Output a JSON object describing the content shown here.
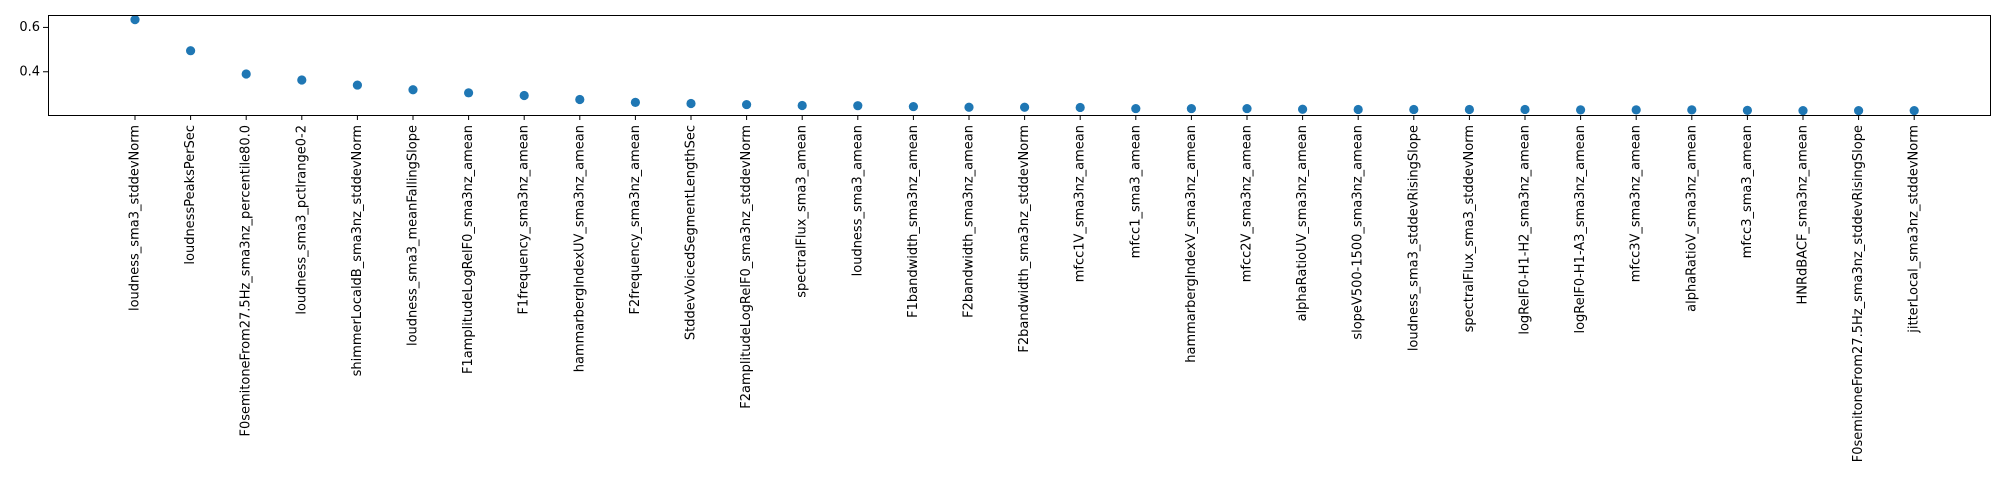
{
  "chart_data": {
    "type": "scatter",
    "title": "",
    "xlabel": "",
    "ylabel": "",
    "ylim": [
      0.205,
      0.656
    ],
    "yticks": [
      0.4,
      0.6
    ],
    "yticklabels": [
      "0.4",
      "0.6"
    ],
    "grid": false,
    "marker_color": "#1f77b4",
    "categories": [
      "loudness_sma3_stddevNorm",
      "loudnessPeaksPerSec",
      "F0semitoneFrom27.5Hz_sma3nz_percentile80.0",
      "loudness_sma3_pctlrange0-2",
      "shimmerLocaldB_sma3nz_stddevNorm",
      "loudness_sma3_meanFallingSlope",
      "F1amplitudeLogRelF0_sma3nz_amean",
      "F1frequency_sma3nz_amean",
      "hammarbergIndexUV_sma3nz_amean",
      "F2frequency_sma3nz_amean",
      "StddevVoicedSegmentLengthSec",
      "F2amplitudeLogRelF0_sma3nz_stddevNorm",
      "spectralFlux_sma3_amean",
      "loudness_sma3_amean",
      "F1bandwidth_sma3nz_amean",
      "F2bandwidth_sma3nz_amean",
      "F2bandwidth_sma3nz_stddevNorm",
      "mfcc1V_sma3nz_amean",
      "mfcc1_sma3_amean",
      "hammarbergIndexV_sma3nz_amean",
      "mfcc2V_sma3nz_amean",
      "alphaRatioUV_sma3nz_amean",
      "slopeV500-1500_sma3nz_amean",
      "loudness_sma3_stddevRisingSlope",
      "spectralFlux_sma3_stddevNorm",
      "logRelF0-H1-H2_sma3nz_amean",
      "logRelF0-H1-A3_sma3nz_amean",
      "mfcc3V_sma3nz_amean",
      "alphaRatioV_sma3nz_amean",
      "mfcc3_sma3_amean",
      "HNRdBACF_sma3nz_amean",
      "F0semitoneFrom27.5Hz_sma3nz_stddevRisingSlope",
      "jitterLocal_sma3nz_stddevNorm"
    ],
    "values": [
      0.635,
      0.495,
      0.39,
      0.363,
      0.34,
      0.319,
      0.305,
      0.293,
      0.275,
      0.262,
      0.257,
      0.252,
      0.248,
      0.247,
      0.243,
      0.24,
      0.24,
      0.239,
      0.234,
      0.234,
      0.234,
      0.231,
      0.23,
      0.23,
      0.23,
      0.23,
      0.228,
      0.228,
      0.228,
      0.226,
      0.225,
      0.225,
      0.225
    ]
  }
}
